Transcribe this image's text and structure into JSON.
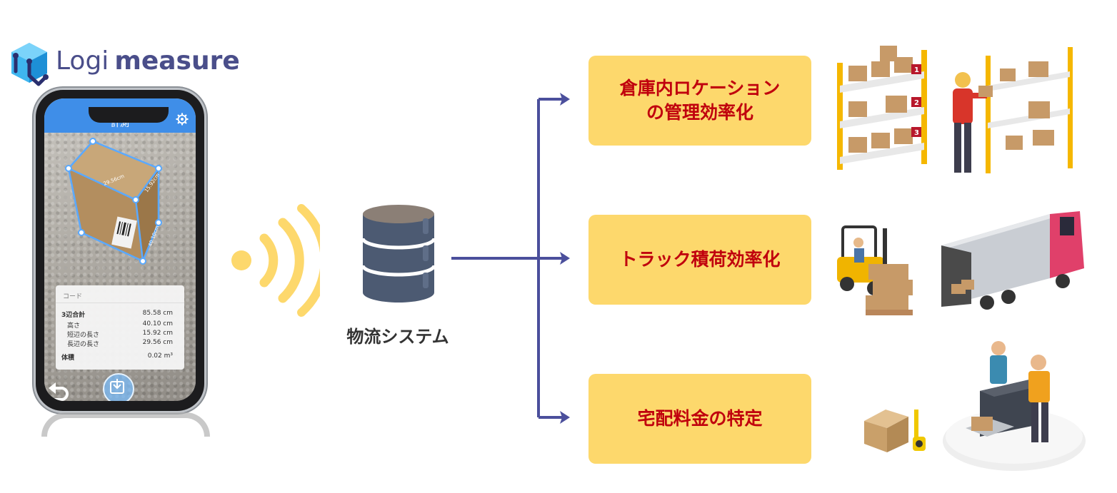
{
  "logo": {
    "brand_light": "Logi",
    "brand_bold": "measure"
  },
  "phone": {
    "app_title": "計測",
    "card": {
      "code_label": "コード",
      "rows": [
        {
          "label": "3辺合計",
          "value": "85.58 cm"
        },
        {
          "label": "高さ",
          "value": "40.10 cm"
        },
        {
          "label": "短辺の長さ",
          "value": "15.92 cm"
        },
        {
          "label": "長辺の長さ",
          "value": "29.56 cm"
        },
        {
          "label": "体積",
          "value": "0.02 m³"
        }
      ]
    },
    "box_labels": {
      "side_a": "29.56cm",
      "side_b": "15.92cm",
      "height": "40.10cm"
    }
  },
  "system": {
    "label": "物流システム"
  },
  "outcomes": [
    {
      "line1": "倉庫内ロケーション",
      "line2": "の管理効率化"
    },
    {
      "line1": "トラック積荷効率化",
      "line2": ""
    },
    {
      "line1": "宅配料金の特定",
      "line2": ""
    }
  ],
  "illustrations": {
    "warehouse_rack_numbers": [
      "1",
      "2",
      "3"
    ]
  },
  "colors": {
    "box_fill": "#fdd86c",
    "box_text": "#c0000d",
    "arrow": "#4b4f9c",
    "waves": "#fdd86c",
    "database": "#4c5a72",
    "logo_text": "#4a4e8a",
    "app_header": "#3f8ee8"
  },
  "icons": [
    "cube-logo-icon",
    "gear-icon",
    "back-arrow-icon",
    "capture-icon",
    "signal-waves-icon",
    "database-icon"
  ]
}
